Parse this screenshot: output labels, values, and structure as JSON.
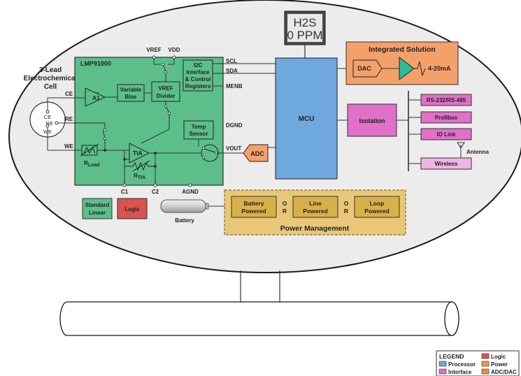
{
  "display": {
    "line1": "H2S",
    "line2": "0 PPM"
  },
  "sensor": {
    "title_line1": "3-Lead",
    "title_line2": "Electrochemical",
    "title_line3": "Cell",
    "ce": "CE",
    "re": "RE",
    "we": "WE"
  },
  "lmp": {
    "title": "LMP91000",
    "vref": "VREF",
    "vdd": "VDD",
    "a1": "A1",
    "variable_bias_line1": "Variable",
    "variable_bias_line2": "Bias",
    "vref_divider_line1": "VREF",
    "vref_divider_line2": "Divider",
    "i2c_line1": "I2C",
    "i2c_line2": "Interface",
    "i2c_line3": "& Control",
    "i2c_line4": "Registers",
    "temp_sensor_line1": "Temp",
    "temp_sensor_line2": "Sensor",
    "tia": "TIA",
    "rload_main": "R",
    "rload_sub": "Load",
    "rtia_main": "R",
    "rtia_sub": "TIA",
    "scl": "SCL",
    "sda": "SDA",
    "menb": "MENB",
    "dgnd": "DGND",
    "vout": "VOUT",
    "c1": "C1",
    "c2": "C2",
    "agnd": "AGND"
  },
  "adc": "ADC",
  "mcu": "MCU",
  "integrated": {
    "title": "Integrated Solution",
    "dac": "DAC",
    "output": "4-20mA"
  },
  "isolation": "Isolation",
  "interfaces": {
    "rs": "RS-232/RS-485",
    "profibus": "Profibus",
    "iolink": "IO Link",
    "antenna": "Antenna",
    "wireless": "Wireless"
  },
  "key_boxes": {
    "standard_line1": "Standard",
    "standard_line2": "Linear",
    "logic": "Logic"
  },
  "battery": "Battery",
  "power": {
    "battery_line1": "Battery",
    "battery_line2": "Powered",
    "or1": "O",
    "or1b": "R",
    "line_line1": "Line",
    "line_line2": "Powered",
    "or2": "O",
    "or2b": "R",
    "loop_line1": "Loop",
    "loop_line2": "Powered",
    "title": "Power Management"
  },
  "legend": {
    "title": "LEGEND",
    "items": [
      {
        "label": "Processor",
        "color": "#6fa8dc"
      },
      {
        "label": "Interface",
        "color": "#e070c8"
      },
      {
        "label": "Logic",
        "color": "#d9534f"
      },
      {
        "label": "Power",
        "color": "#e0a040"
      },
      {
        "label": "ADC/DAC",
        "color": "#f08c40"
      }
    ]
  },
  "colors": {
    "green": "#5cbf8a",
    "blue": "#6fa8dc",
    "orange": "#f4a06a",
    "pink": "#e070c8",
    "light_pink": "#f0b4e4",
    "red": "#d9534f",
    "gold": "#e8c878",
    "gold_dark": "#d8b04a"
  }
}
